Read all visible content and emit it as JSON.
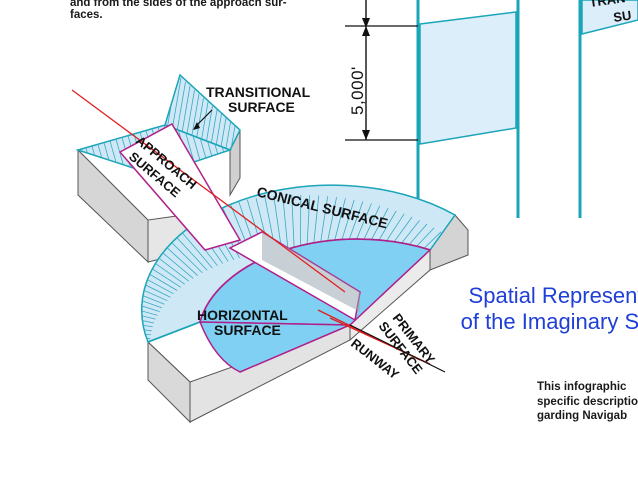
{
  "intro_text": {
    "line1": "and from the sides of the approach sur-",
    "line2": "faces."
  },
  "diagram": {
    "transitional_label": [
      "TRANSITIONAL",
      "SURFACE"
    ],
    "approach_label": [
      "APPROACH",
      "SURFACE"
    ],
    "conical_label": "CONICAL SURFACE",
    "horizontal_label": [
      "HORIZONTAL",
      "SURFACE"
    ],
    "primary_label": [
      "PRIMARY",
      "SURFACE"
    ],
    "runway_label": "RUNWAY",
    "dimension_label": "5,000'",
    "cropped_label": [
      "TRAN",
      "SU"
    ]
  },
  "title": {
    "line1": "Spatial Represent",
    "line2": "of the Imaginary Su"
  },
  "info_text": {
    "line1": "This infographic",
    "line2": "specific descriptio",
    "line3": "garding Navigab"
  },
  "colors": {
    "surface_fill": "#cfe8f6",
    "horizontal_fill": "#7fd0f2",
    "outline_magenta": "#b0208a",
    "side_gray": "#d6d6d6",
    "title_blue": "#1f3fd6",
    "red_axis": "#e02020",
    "teal_edge": "#1aa5b8"
  }
}
